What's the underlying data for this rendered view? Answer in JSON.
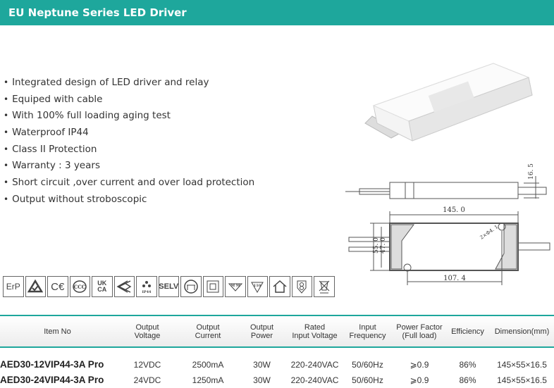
{
  "header": {
    "title": "EU Neptune Series LED Driver",
    "color": "#1ea79c"
  },
  "features": [
    "Integrated design of LED driver and relay",
    "Equiped with cable",
    "With 100% full loading aging test",
    "Waterproof IP44",
    "Class II Protection",
    "Warranty : 3 years",
    "Short circuit ,over current and over load protection",
    "Output without stroboscopic"
  ],
  "drawing": {
    "length": "145. 0",
    "width_outer": "55. 0",
    "width_inner": "47. 0",
    "height": "16. 5",
    "hole_spacing": "107. 4",
    "holes": "2×Φ4. 1"
  },
  "cert_icons": [
    {
      "name": "erp-icon",
      "label": "ErP"
    },
    {
      "name": "rcm-icon"
    },
    {
      "name": "ce-icon",
      "label": "CE"
    },
    {
      "name": "ccc-icon"
    },
    {
      "name": "ukca-icon",
      "label": "UK CA"
    },
    {
      "name": "enec-icon"
    },
    {
      "name": "ip44-icon",
      "label": "IP44"
    },
    {
      "name": "selv-icon",
      "label": "SELV"
    },
    {
      "name": "safety-transformer-icon"
    },
    {
      "name": "class-ii-icon"
    },
    {
      "name": "mm-furniture-icon"
    },
    {
      "name": "temperature-110-icon"
    },
    {
      "name": "indoor-use-icon"
    },
    {
      "name": "short-circuit-proof-icon"
    },
    {
      "name": "weee-icon"
    }
  ],
  "table": {
    "headers": [
      "Item No",
      "Output\nVoltage",
      "Output\nCurrent",
      "Output\nPower",
      "Rated\nInput Voltage",
      "Input\nFrequency",
      "Power Factor\n(Full load)",
      "Efficiency",
      "Dimension(mm)"
    ],
    "rows": [
      [
        "AED30-12VIP44-3A Pro",
        "12VDC",
        "2500mA",
        "30W",
        "220-240VAC",
        "50/60Hz",
        "⩾0.9",
        "86%",
        "145×55×16.5"
      ],
      [
        "AED30-24VIP44-3A Pro",
        "24VDC",
        "1250mA",
        "30W",
        "220-240VAC",
        "50/60Hz",
        "⩾0.9",
        "86%",
        "145×55×16.5"
      ]
    ]
  }
}
